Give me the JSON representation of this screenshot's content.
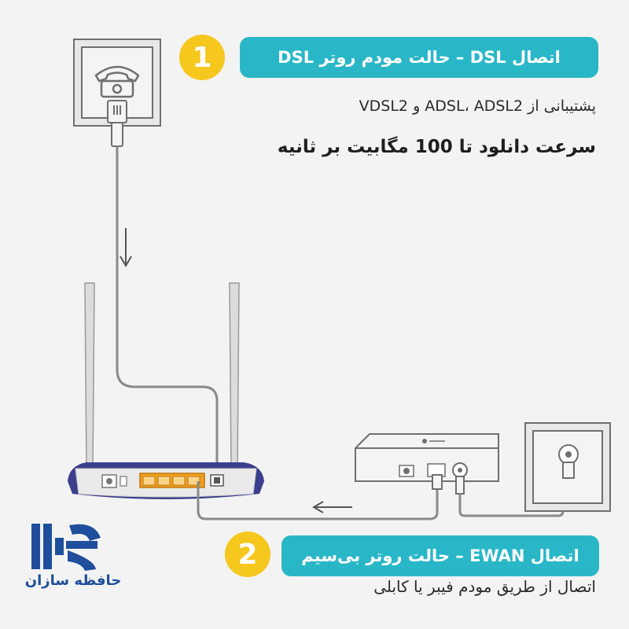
{
  "section1": {
    "number": "1",
    "title": "اتصال DSL – حالت مودم روتر DSL",
    "caption_support": "پشتیبانی از ADSL، ADSL2 و VDSL2",
    "caption_speed": "سرعت دانلود تا 100 مگابیت بر ثانیه"
  },
  "section2": {
    "number": "2",
    "title": "اتصال EWAN – حالت روتر بی‌سیم",
    "caption": "اتصال از طریق مودم فیبر یا کابلی"
  },
  "logo": {
    "text": "حافظه سازان"
  },
  "colors": {
    "badge": "#f6c71d",
    "pill": "#29b7c8",
    "router_accent": "#3b3f8c",
    "ports": "#f0a020",
    "cable": "#8a8a8a",
    "logo_blue": "#1f4f9c"
  }
}
